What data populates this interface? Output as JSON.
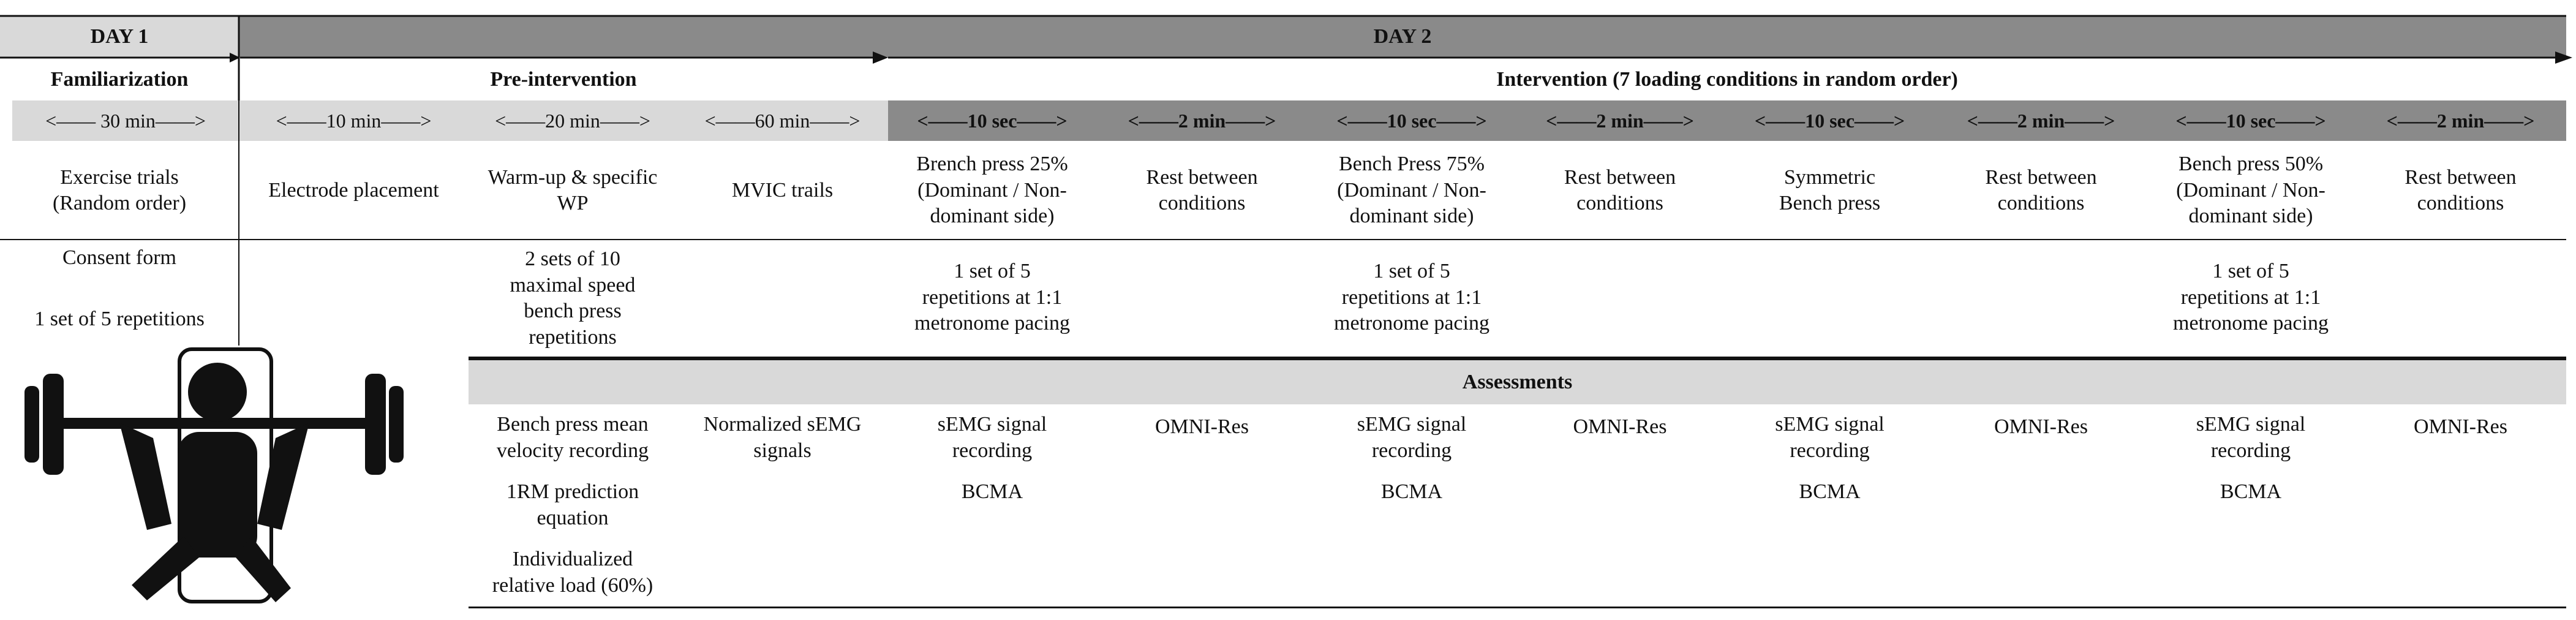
{
  "headers": {
    "day1": "DAY 1",
    "day2": "DAY 2",
    "familiarization": "Familiarization",
    "pre_intervention": "Pre-intervention",
    "intervention": "Intervention (7 loading conditions in random order)",
    "assessments": "Assessments"
  },
  "durations": [
    "<—— 30 min——>",
    "<——10 min——>",
    "<——20 min——>",
    "<——60 min——>",
    "<——10 sec——>",
    "<——2 min——>",
    "<——10 sec——>",
    "<——2 min——>",
    "<——10 sec——>",
    "<——2 min——>",
    "<——10 sec——>",
    "<——2 min——>"
  ],
  "activities": [
    "Exercise trials\n(Random order)",
    "Electrode placement",
    "Warm-up & specific\nWP",
    "MVIC trails",
    "Brench press 25%\n(Dominant / Non-\ndominant side)",
    "Rest between\nconditions",
    "Bench Press 75%\n(Dominant / Non-\ndominant side)",
    "Rest between\nconditions",
    "Symmetric\nBench press",
    "Rest between\nconditions",
    "Bench press 50%\n(Dominant / Non-\ndominant side)",
    "Rest between\nconditions"
  ],
  "details": {
    "consent": "Consent form",
    "familiarization_reps": "1 set of  5 repetitions",
    "warmup_sets": "2 sets of 10\nmaximal speed\nbench press\nrepetitions",
    "pacing_25": "1 set of  5\nrepetitions at 1:1\nmetronome pacing",
    "pacing_75": "1 set of  5\nrepetitions at 1:1\nmetronome pacing",
    "pacing_50": "1 set of  5\nrepetitions at 1:1\nmetronome pacing"
  },
  "assessments": {
    "col_pre1": [
      "Bench press mean\nvelocity recording",
      "1RM prediction\nequation",
      "Individualized\nrelative load (60%)"
    ],
    "col_pre2": "Normalized sEMG\nsignals",
    "semg": "sEMG signal\nrecording",
    "bcma": "BCMA",
    "omni": "OMNI-Res"
  },
  "icon": "bench-press-icon",
  "colors": {
    "dark_band": "#8a8a8a",
    "light_band": "#d9d9d9",
    "line": "#111111"
  }
}
